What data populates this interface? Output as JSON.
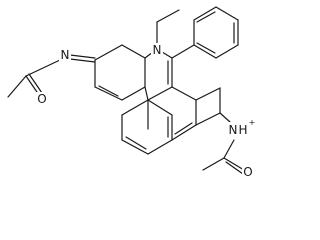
{
  "molecule": {
    "atoms": {
      "n_imine": "N",
      "o_left": "O",
      "n_ring": "N",
      "n_amide": "N",
      "h_amide": "H",
      "charge": "+",
      "o_right": "O"
    }
  }
}
